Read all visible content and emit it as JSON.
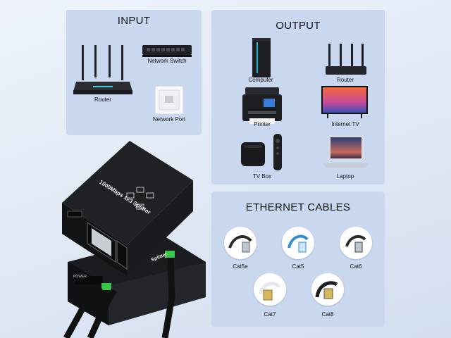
{
  "input": {
    "title": "INPUT",
    "items": [
      {
        "label": "Router",
        "icon": "router-icon"
      },
      {
        "label": "Network Switch",
        "icon": "network-switch-icon"
      },
      {
        "label": "Network Port",
        "icon": "network-port-icon"
      }
    ]
  },
  "output": {
    "title": "OUTPUT",
    "items": [
      {
        "label": "Computer",
        "icon": "computer-icon"
      },
      {
        "label": "Router",
        "icon": "router-icon"
      },
      {
        "label": "Printer",
        "icon": "printer-icon"
      },
      {
        "label": "Internet TV",
        "icon": "tv-icon"
      },
      {
        "label": "TV Box",
        "icon": "tv-box-icon"
      },
      {
        "label": "Laptop",
        "icon": "laptop-icon"
      }
    ]
  },
  "cables": {
    "title": "ETHERNET CABLES",
    "items": [
      {
        "label": "Cat5e",
        "color": "#2a2a2a"
      },
      {
        "label": "Cat5",
        "color": "#2f8fd6"
      },
      {
        "label": "Cat6",
        "color": "#2a2a2a"
      },
      {
        "label": "Cat7",
        "color": "#f2f2f2"
      },
      {
        "label": "Cat8",
        "color": "#1e1e1e"
      }
    ]
  },
  "product": {
    "label": "1000Mbps 1x3 Splitter",
    "side_label": "Splitter",
    "port_label": "POWER"
  },
  "colors": {
    "panel": "#c9d7ef",
    "device_dark": "#1c1c1e",
    "accent_green": "#39c44a"
  }
}
